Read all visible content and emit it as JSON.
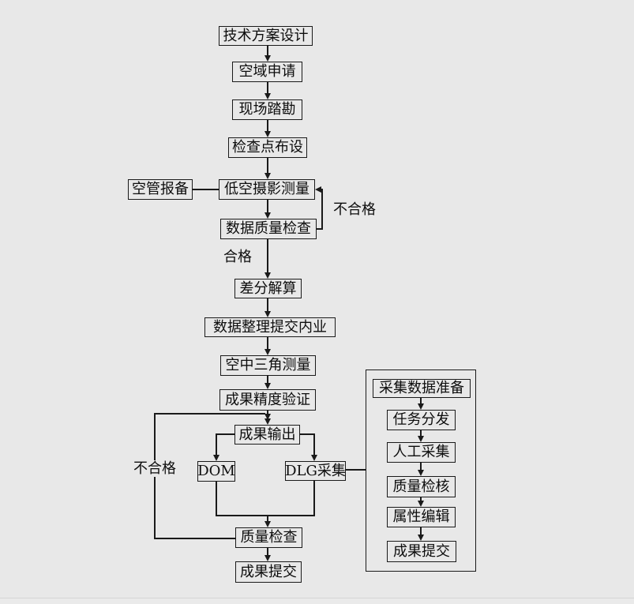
{
  "page": {
    "bg": "#e8e8e8",
    "line": "#1a1a1a",
    "text": "#0d0d0d",
    "bottom_border": "#d5d5d5"
  },
  "flow": {
    "main": [
      "技术方案设计",
      "空域申请",
      "现场踏勘",
      "检查点布设",
      "低空摄影测量",
      "数据质量检查",
      "差分解算",
      "数据整理提交内业",
      "空中三角测量",
      "成果精度验证",
      "成果输出",
      "DOM",
      "DLG采集",
      "质量检查",
      "成果提交"
    ],
    "side": "空管报备",
    "labels": {
      "pass": "合格",
      "fail_right": "不合格",
      "fail_left": "不合格"
    },
    "sub": [
      "采集数据准备",
      "任务分发",
      "人工采集",
      "质量检核",
      "属性编辑",
      "成果提交"
    ]
  }
}
